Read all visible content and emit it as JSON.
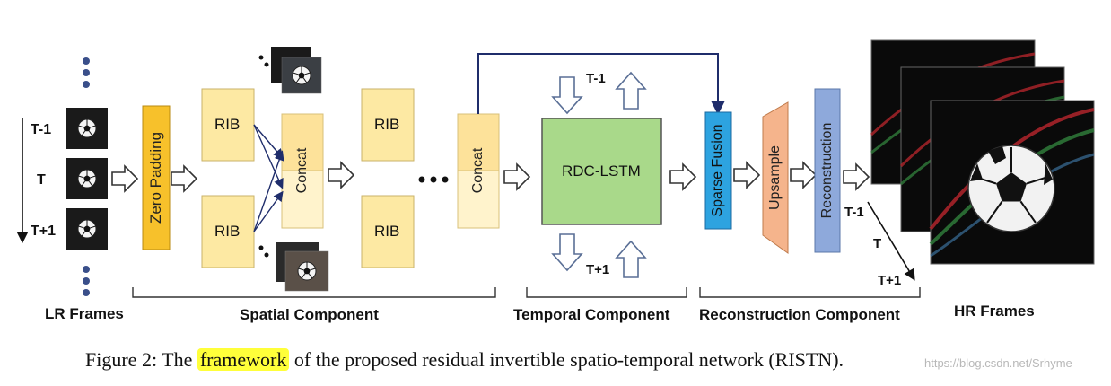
{
  "lr_frames": {
    "time_labels": [
      "T-1",
      "T",
      "T+1"
    ],
    "title": "LR Frames"
  },
  "blocks": {
    "zero_padding": "Zero Padding",
    "rib": "RIB",
    "concat": "Concat",
    "rdc_lstm": "RDC-LSTM",
    "sparse_fusion": "Sparse Fusion",
    "upsample": "Upsample",
    "reconstruction": "Reconstruction"
  },
  "temporal_labels": {
    "prev": "T-1",
    "next": "T+1"
  },
  "output_labels": [
    "T-1",
    "T",
    "T+1"
  ],
  "components": {
    "spatial": "Spatial Component",
    "temporal": "Temporal Component",
    "reconstruction": "Reconstruction Component"
  },
  "hr_frames": {
    "title": "HR Frames"
  },
  "caption": {
    "before": "Figure 2: The ",
    "highlight": "framework",
    "after": " of the proposed residual invertible spatio-temporal network (RISTN)."
  },
  "watermark": "https://blog.csdn.net/Srhyme",
  "colors": {
    "zero_padding": "#f7c12b",
    "rib": "#fde9a3",
    "concat_top": "#fde29a",
    "concat_bottom": "#fff3cc",
    "rdc_lstm": "#a9d98a",
    "sparse_fusion": "#2da3e0",
    "upsample": "#f5b48c",
    "reconstruction": "#8ea9db",
    "connector": "#1f2d6b"
  },
  "icons": [
    "hollow-right-arrow",
    "hollow-up-arrow",
    "hollow-down-arrow",
    "ellipsis-dots",
    "soccer-ball-frame"
  ]
}
